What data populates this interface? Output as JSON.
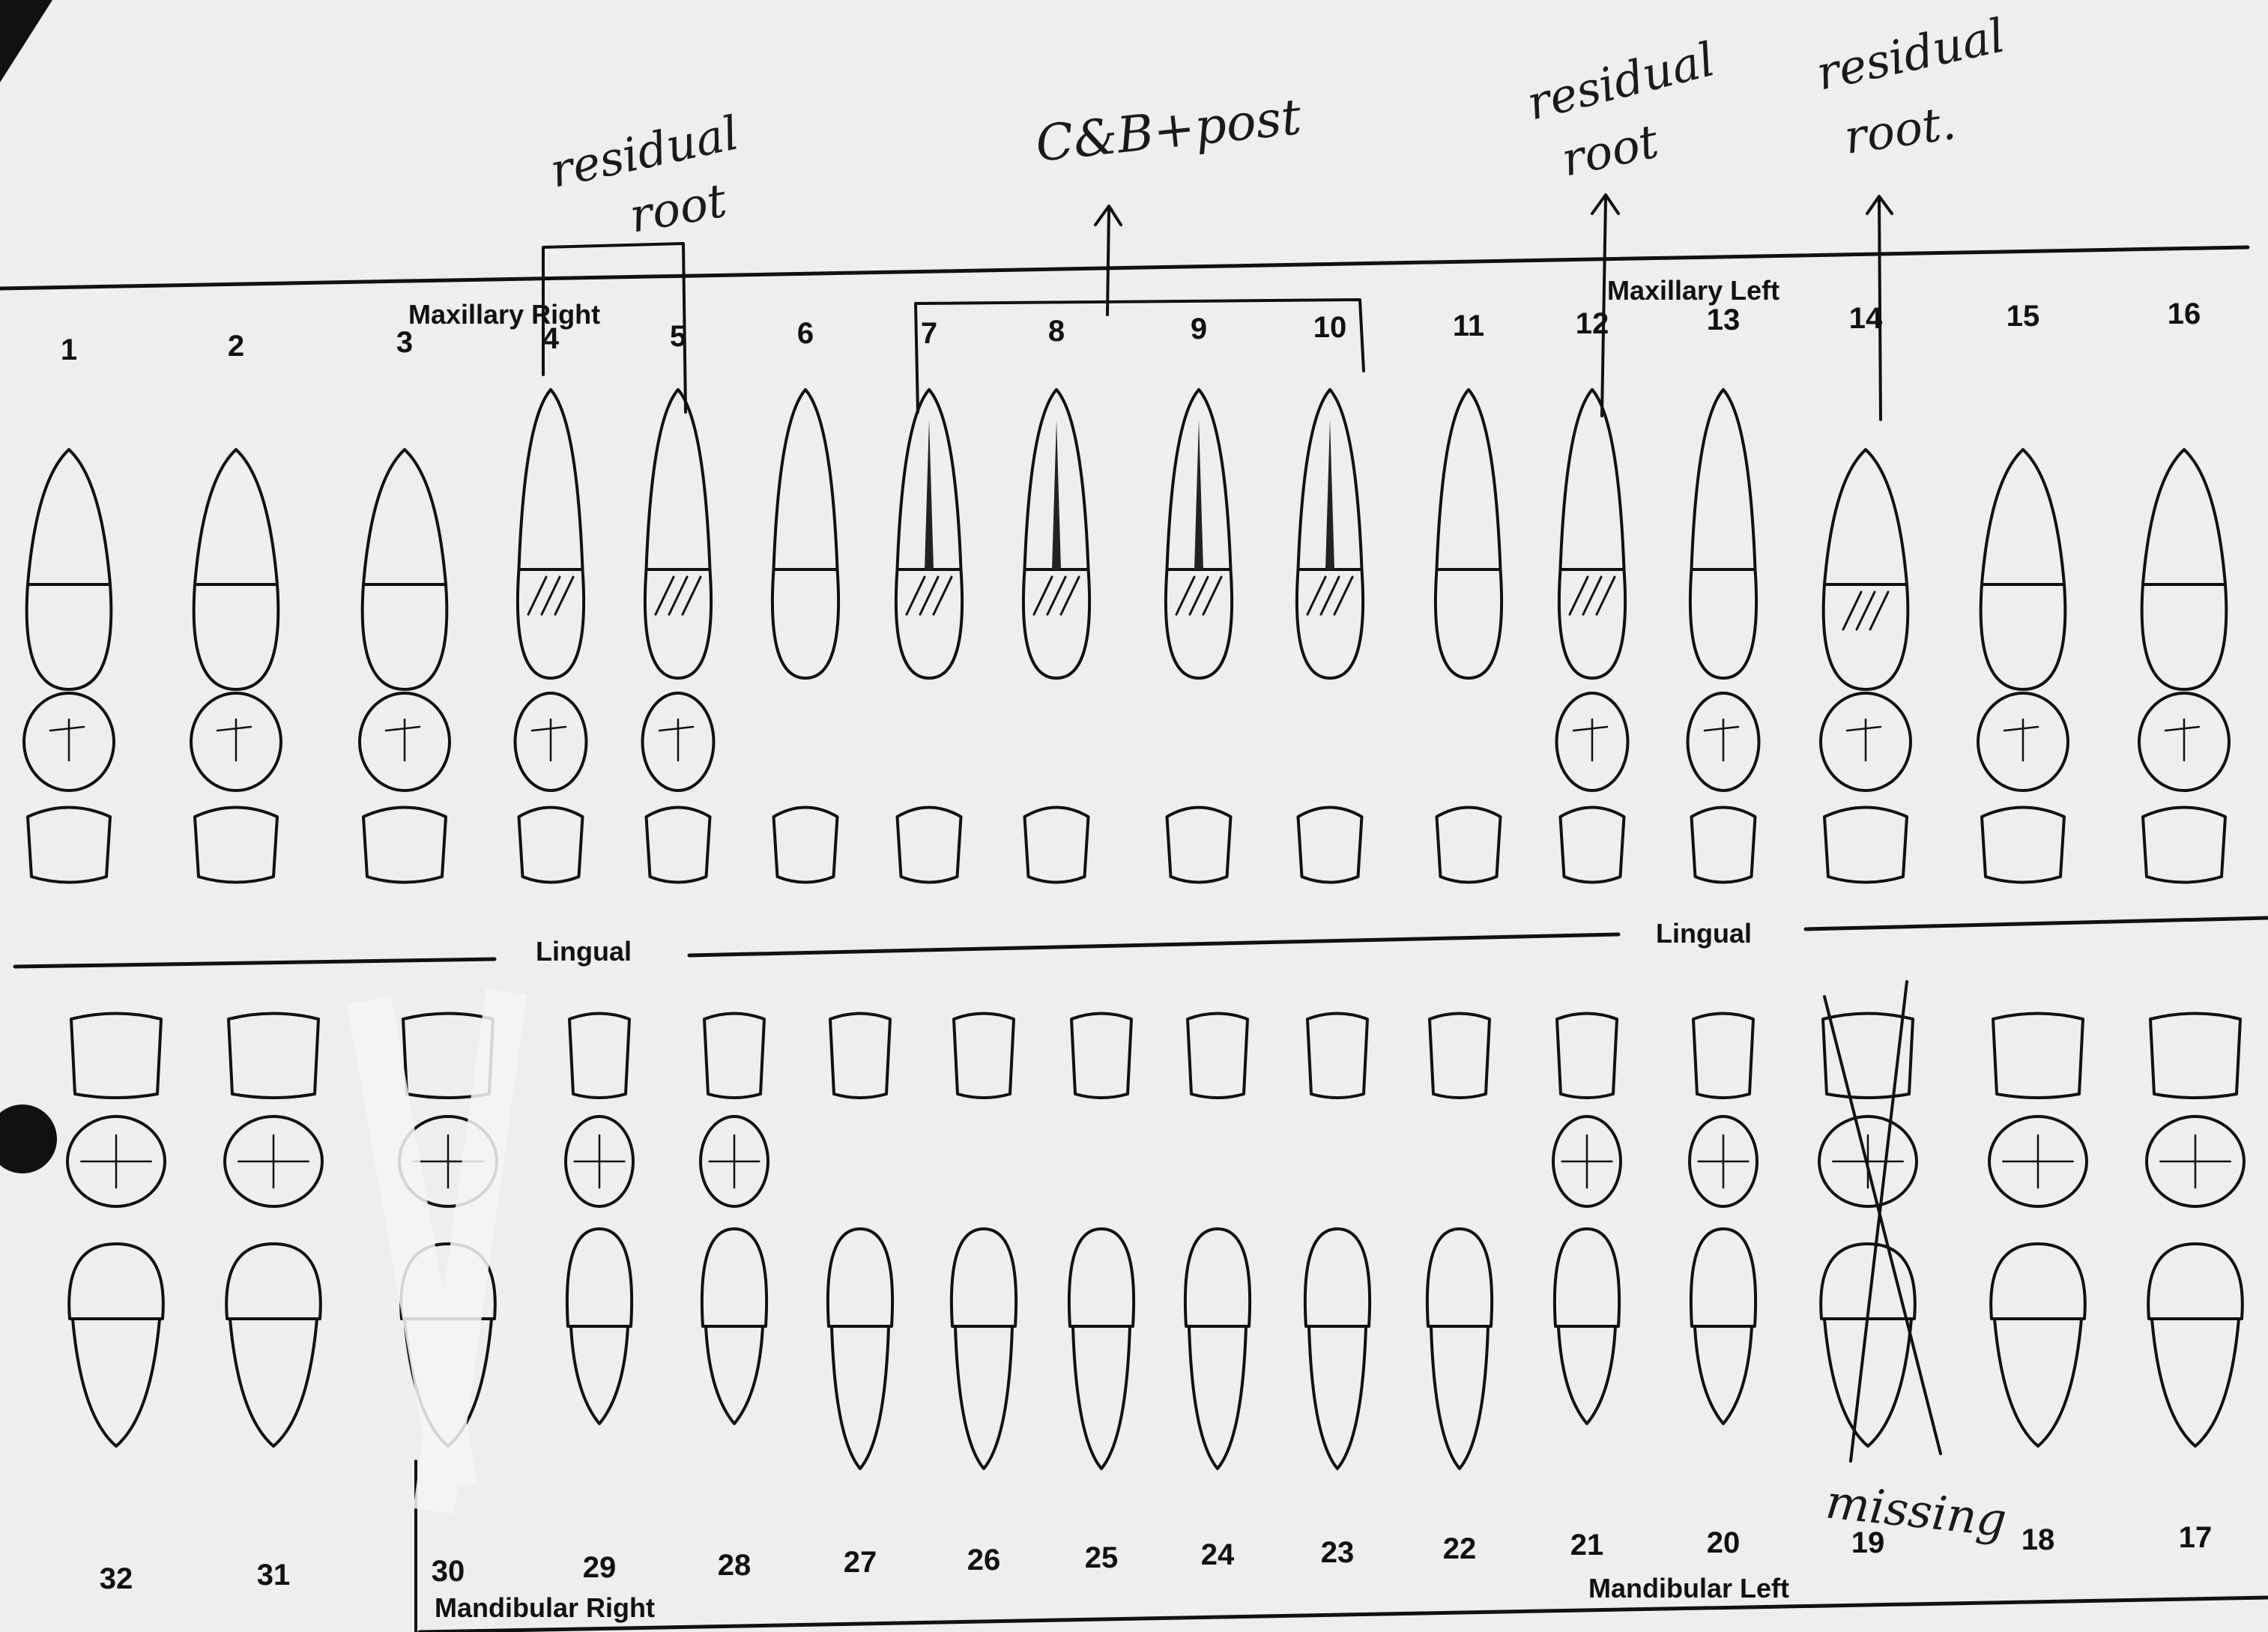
{
  "chart": {
    "maxillary_right": "Maxillary Right",
    "maxillary_left": "Maxillary Left",
    "mandibular_right": "Mandibular Right",
    "mandibular_left": "Mandibular Left",
    "lingual": "Lingual",
    "upper_numbers": [
      "1",
      "2",
      "3",
      "4",
      "5",
      "6",
      "7",
      "8",
      "9",
      "10",
      "11",
      "12",
      "13",
      "14",
      "15",
      "16"
    ],
    "lower_numbers": [
      "32",
      "31",
      "30",
      "29",
      "28",
      "27",
      "26",
      "25",
      "24",
      "23",
      "22",
      "21",
      "20",
      "19",
      "18",
      "17"
    ]
  },
  "annotations": {
    "residual_root_a1": "residual",
    "residual_root_a2": "root",
    "crown_bridge_post": "C&B+post",
    "residual_root_b1": "residual",
    "residual_root_b2": "root",
    "residual_root_c1": "residual",
    "residual_root_c2": "root.",
    "missing": "missing"
  },
  "colors": {
    "paper": "#eeeeec",
    "ink": "#111111"
  }
}
